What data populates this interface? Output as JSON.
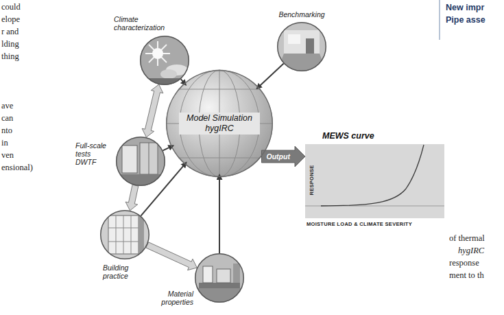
{
  "diagram": {
    "nodes": [
      {
        "text": [
          "Climate characterization"
        ]
      },
      {
        "text": [
          "Benchmarking"
        ]
      },
      {
        "text": [
          "Full-scale tests DWTF"
        ]
      },
      {
        "text": [
          "Model Simulation hygIRC"
        ]
      },
      {
        "text": [
          "MEWS curve",
          "RESPONSE",
          "MOISTURE LOAD & CLIMATE SEVERITY"
        ]
      },
      {
        "text": [
          "Building practice"
        ]
      },
      {
        "text": [
          "Material properties"
        ]
      }
    ],
    "edges": [
      {
        "from": 0,
        "to": 3,
        "arrow": "to"
      },
      {
        "from": 1,
        "to": 3,
        "arrow": "to"
      },
      {
        "from": 2,
        "to": 3,
        "arrow": "to"
      },
      {
        "from": 5,
        "to": 3,
        "arrow": "to"
      },
      {
        "from": 6,
        "to": 3,
        "arrow": "to"
      },
      {
        "from": 0,
        "to": 2,
        "arrow": "both"
      },
      {
        "from": 2,
        "to": 5,
        "arrow": "to"
      },
      {
        "from": 5,
        "to": 6,
        "arrow": "to"
      },
      {
        "from": 3,
        "to": 4,
        "arrow": "to",
        "label": "Output"
      }
    ],
    "labels": [
      "could",
      "elope",
      "r and",
      "lding",
      "thing",
      "ave",
      "can",
      "nto",
      "in",
      "ven",
      "ensional)",
      "New impr",
      "Pipe asse",
      "of thermal",
      "hygIRC",
      "response",
      "ment to th"
    ]
  }
}
